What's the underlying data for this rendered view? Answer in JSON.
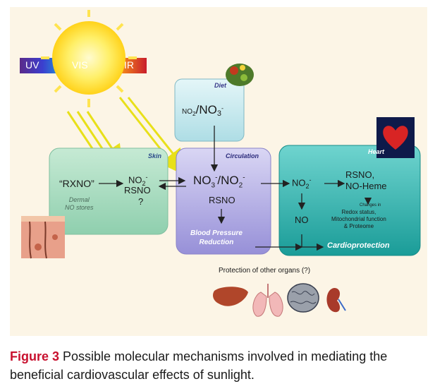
{
  "spectrum": {
    "uv": "UV",
    "vis": "VIS",
    "ir": "IR"
  },
  "diet": {
    "title": "Diet",
    "formula_pre": "NO",
    "formula_sub1": "2",
    "formula_sep": "/NO",
    "formula_sub2": "3",
    "formula_sup": "-"
  },
  "skin": {
    "title": "Skin",
    "rxno": "“RXNO”",
    "no2": "NO",
    "no2_sub": "2",
    "no2_sup": "-",
    "rsno": "RSNO",
    "q": "?",
    "stores": "Dermal\nNO stores"
  },
  "circulation": {
    "title": "Circulation",
    "no3": "NO",
    "no3_sub": "3",
    "no3_sup": "-",
    "sep": "/NO",
    "no2_sub": "2",
    "no2_sup": "-",
    "rsno": "RSNO",
    "bp": "Blood Pressure\nReduction"
  },
  "heart": {
    "title": "Heart",
    "no2": "NO",
    "no2_sub": "2",
    "no2_sup": "-",
    "rsno": "RSNO,",
    "heme": "NO-Heme",
    "changes": "Changes in",
    "redox": "Redox status,\nMitochondrial function\n& Proteome",
    "no": "NO",
    "cardio": "Cardioprotection"
  },
  "organs": {
    "label": "Protection of other organs (?)"
  },
  "caption": {
    "figure": "Figure 3",
    "text": "Possible molecular mechanisms involved in mediating the beneficial cardiovascular effects of sunlight."
  },
  "colors": {
    "skin_box": "#a9dcc0",
    "diet_box": "#c9eaef",
    "circ_box": "#b7b2e6",
    "heart_box": "#2bb0ac",
    "caption_red": "#c8102e",
    "sun": "#ffe94a"
  }
}
